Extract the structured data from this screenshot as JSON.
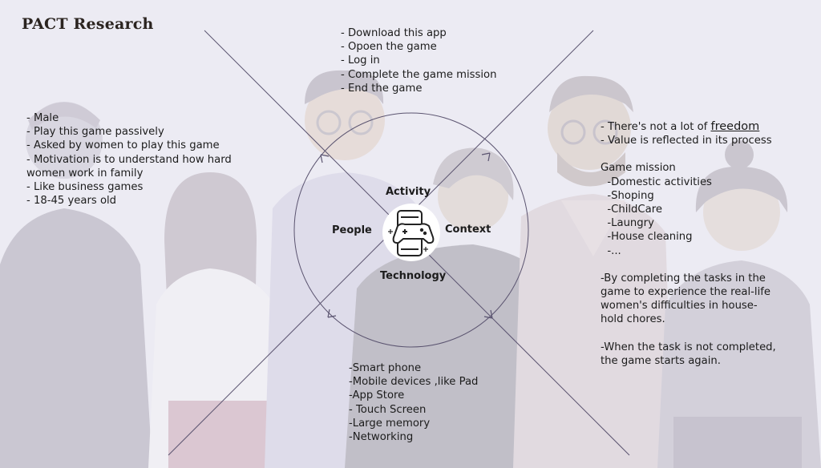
{
  "title": "PACT Research",
  "quadrants": {
    "activity": "Activity",
    "people": "People",
    "context": "Context",
    "technology": "Technology"
  },
  "activity_notes": [
    "- Download this app",
    "- Opoen the game",
    "- Log in",
    "- Complete the game mission",
    "- End the game"
  ],
  "people_notes": [
    "- Male",
    "- Play this game passively",
    "- Asked by women to play this game",
    "- Motivation is to understand how hard",
    "women work in family",
    "- Like business games",
    "- 18-45 years old"
  ],
  "context_notes": {
    "line1_prefix": "- There's not a lot of ",
    "line1_emphasis": "freedom",
    "line2": "- Value is reflected in its process",
    "mission_heading": "Game mission",
    "mission_items": [
      "  -Domestic activities",
      "  -Shoping",
      "  -ChildCare",
      "  -Laungry",
      "  -House cleaning",
      "  -..."
    ],
    "paragraph1": [
      "-By completing the tasks in the",
      "game to experience the real-life",
      "women's difficulties in house-",
      "hold chores."
    ],
    "paragraph2": [
      "-When the task is not completed,",
      "the game starts again."
    ]
  },
  "technology_notes": [
    "-Smart phone",
    "-Mobile devices ,like Pad",
    "-App Store",
    "- Touch Screen",
    "-Large memory",
    "-Networking"
  ],
  "center_icon": "phone-gamepad-icon",
  "background_art": "illustrated-group-of-people"
}
